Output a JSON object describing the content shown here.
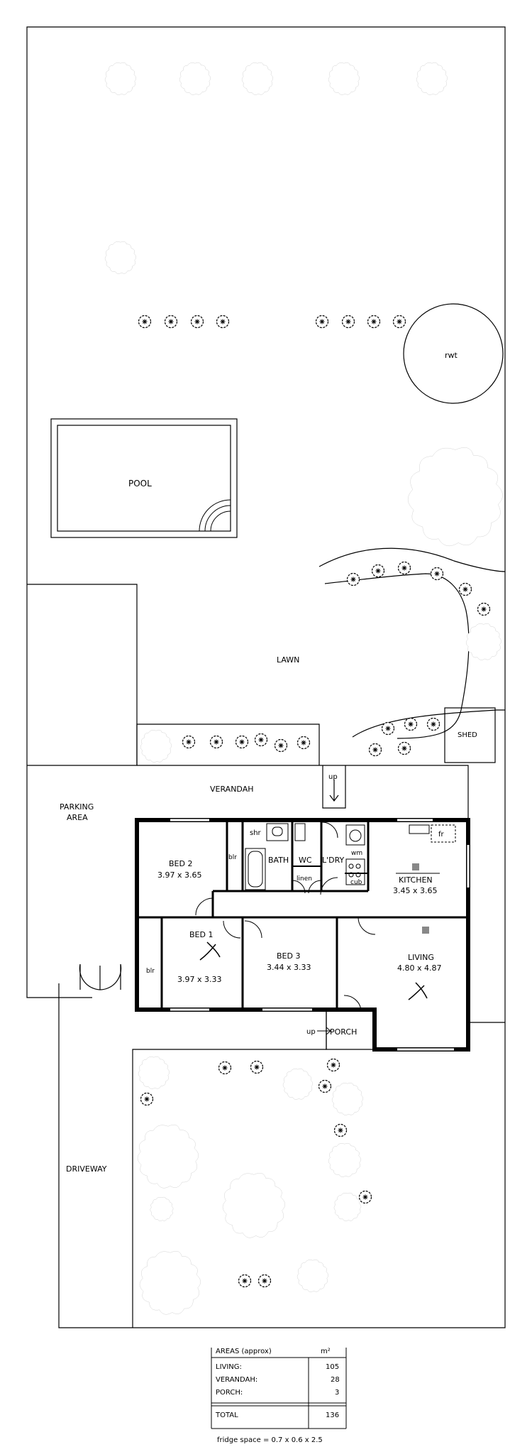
{
  "labels": {
    "rwt": "rwt",
    "pool": "POOL",
    "lawn": "LAWN",
    "shed": "SHED",
    "verandah": "VERANDAH",
    "parking_line1": "PARKING",
    "parking_line2": "AREA",
    "driveway": "DRIVEWAY",
    "up_top": "up",
    "up_porch": "up",
    "porch": "PORCH",
    "shr": "shr",
    "bath": "BATH",
    "wc": "WC",
    "ldry": "L'DRY",
    "wm": "wm",
    "linen": "linen",
    "cub": "cub",
    "fr": "fr",
    "blr_bed2": "blr",
    "blr_bed1": "blr"
  },
  "rooms": {
    "bed2": {
      "name": "BED 2",
      "dims": "3.97 x 3.65"
    },
    "kitchen": {
      "name": "KITCHEN",
      "dims": "3.45 x 3.65"
    },
    "bed1": {
      "name": "BED 1",
      "dims": "3.97 x 3.33"
    },
    "bed3": {
      "name": "BED 3",
      "dims": "3.44 x 3.33"
    },
    "living": {
      "name": "LIVING",
      "dims": "4.80 x 4.87"
    }
  },
  "areas": {
    "header": "AREAS (approx)",
    "unit": "m²",
    "rows": [
      {
        "label": "LIVING:",
        "value": "105"
      },
      {
        "label": "VERANDAH:",
        "value": "28"
      },
      {
        "label": "PORCH:",
        "value": "3"
      }
    ],
    "total_label": "TOTAL",
    "total_value": "136",
    "footnote": "fridge space = 0.7 x 0.6 x 2.5"
  }
}
